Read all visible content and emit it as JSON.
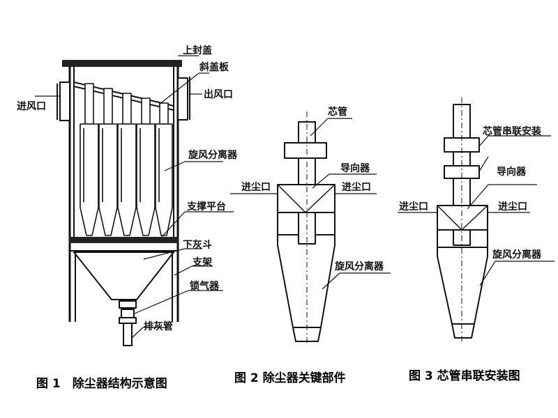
{
  "figure1": {
    "labels": {
      "top_cover": "上封盖",
      "inclined_plate": "斜盖板",
      "air_inlet": "进风口",
      "air_outlet": "出风口",
      "cyclone": "旋风分离器",
      "support_platform": "支撑平台",
      "lower_hopper": "下灰斗",
      "bracket": "支架",
      "airlock": "锁气器",
      "ash_pipe": "排灰管"
    },
    "caption": "图 1　除尘器结构示意图"
  },
  "figure2": {
    "labels": {
      "core_pipe": "芯管",
      "guide": "导向器",
      "dust_inlet_left": "进尘口",
      "dust_inlet_right": "进尘口",
      "cyclone": "旋风分离器"
    },
    "caption": "图 2 除尘器关键部件"
  },
  "figure3": {
    "labels": {
      "series_core": "芯管串联安装",
      "guide": "导向器",
      "dust_inlet_left": "进尘口",
      "dust_inlet_right": "进尘口",
      "cyclone": "旋风分离器"
    },
    "caption": "图 3 芯管串联安装图"
  }
}
